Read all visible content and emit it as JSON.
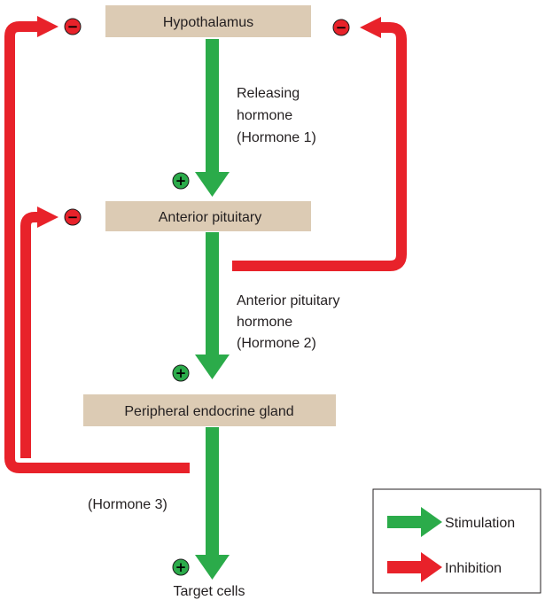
{
  "colors": {
    "box_fill": "#dccbb4",
    "stimulation": "#2bab4a",
    "inhibition": "#e8222a",
    "plus_fill": "#2bab4a",
    "minus_fill": "#e8222a"
  },
  "boxes": {
    "hypothalamus": "Hypothalamus",
    "anterior_pituitary": "Anterior pituitary",
    "peripheral_gland": "Peripheral endocrine gland"
  },
  "labels": {
    "hormone1": [
      "Releasing",
      "hormone",
      "(Hormone 1)"
    ],
    "hormone2": [
      "Anterior pituitary",
      "hormone",
      "(Hormone 2)"
    ],
    "hormone3": "(Hormone 3)",
    "target": "Target cells"
  },
  "signs": {
    "plus": "+",
    "minus": "−"
  },
  "legend": {
    "stimulation": "Stimulation",
    "inhibition": "Inhibition"
  }
}
